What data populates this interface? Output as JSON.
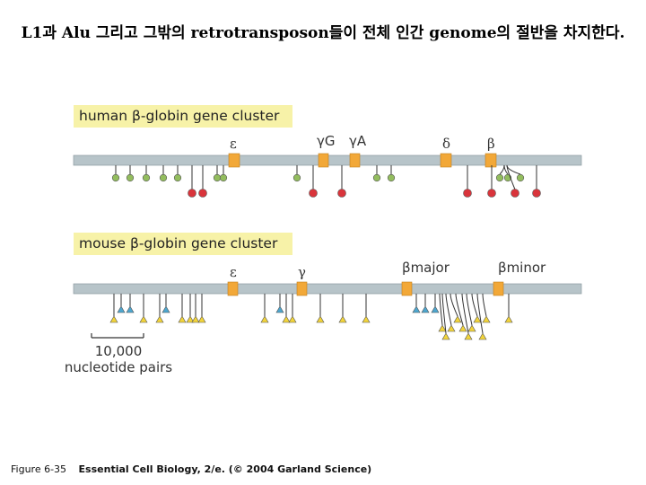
{
  "slide": {
    "title": "L1과 Alu 그리고 그밖의 retrotransposon들이 전체 인간 genome의 절반을 차지한다."
  },
  "human": {
    "label": "human β-globin gene cluster",
    "genes": [
      "ε",
      "γG",
      "γA",
      "δ",
      "β"
    ],
    "colors": {
      "l1": "#d9343b",
      "alu": "#93bd5e",
      "gene": "#f2a838"
    }
  },
  "mouse": {
    "label": "mouse β-globin gene cluster",
    "genes": [
      "ε",
      "γ",
      "βmajor",
      "βminor"
    ],
    "colors": {
      "l1": "#f2d43a",
      "b1": "#4da6cf",
      "gene": "#f2a838"
    }
  },
  "scale": {
    "number": "10,000",
    "unit": "nucleotide pairs"
  },
  "caption": {
    "figure": "Figure 6-35",
    "source": "Essential Cell Biology, 2/e. (© 2004 Garland Science)"
  }
}
